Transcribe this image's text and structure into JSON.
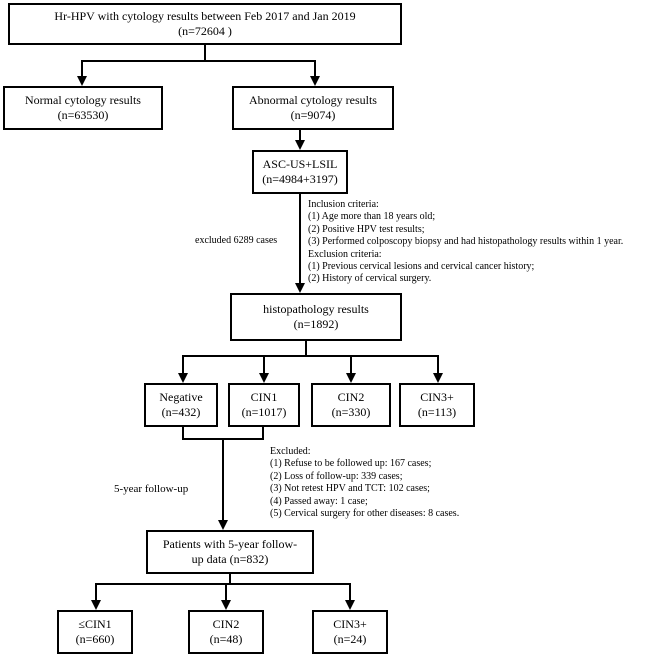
{
  "boxes": {
    "top": {
      "line1": "Hr-HPV with cytology results between Feb 2017 and Jan 2019",
      "line2": "(n=72604 )"
    },
    "normal": {
      "line1": "Normal cytology results",
      "line2": "(n=63530)"
    },
    "abnormal": {
      "line1": "Abnormal cytology results",
      "line2": "(n=9074)"
    },
    "asc": {
      "line1": "ASC-US+LSIL",
      "line2": "(n=4984+3197)"
    },
    "histo": {
      "line1": "histopathology results",
      "line2": "(n=1892)"
    },
    "negative": {
      "line1": "Negative",
      "line2": "(n=432)"
    },
    "cin1": {
      "line1": "CIN1",
      "line2": "(n=1017)"
    },
    "cin2": {
      "line1": "CIN2",
      "line2": "(n=330)"
    },
    "cin3": {
      "line1": "CIN3+",
      "line2": "(n=113)"
    },
    "followup": {
      "line1": "Patients with 5-year follow-",
      "line2": "up data (n=832)"
    },
    "le_cin1": {
      "line1": "≤CIN1",
      "line2": "(n=660)"
    },
    "out_cin2": {
      "line1": "CIN2",
      "line2": "(n=48)"
    },
    "out_cin3": {
      "line1": "CIN3+",
      "line2": "(n=24)"
    }
  },
  "criteria_note": [
    "Inclusion criteria:",
    "(1) Age more than 18 years old;",
    "(2) Positive HPV test results;",
    "(3) Performed colposcopy biopsy and had histopathology results within 1 year.",
    "Exclusion criteria:",
    "(1) Previous cervical lesions and cervical cancer history;",
    "(2) History of cervical surgery."
  ],
  "excluded_cases_label": "excluded 6289 cases",
  "followup_excluded_note": [
    "Excluded:",
    "(1) Refuse to be followed up: 167 cases;",
    "(2) Loss of follow-up: 339 cases;",
    "(3) Not retest HPV and TCT: 102 cases;",
    "(4) Passed away: 1 case;",
    "(5) Cervical surgery for other diseases: 8 cases."
  ],
  "followup_label": "5-year follow-up"
}
